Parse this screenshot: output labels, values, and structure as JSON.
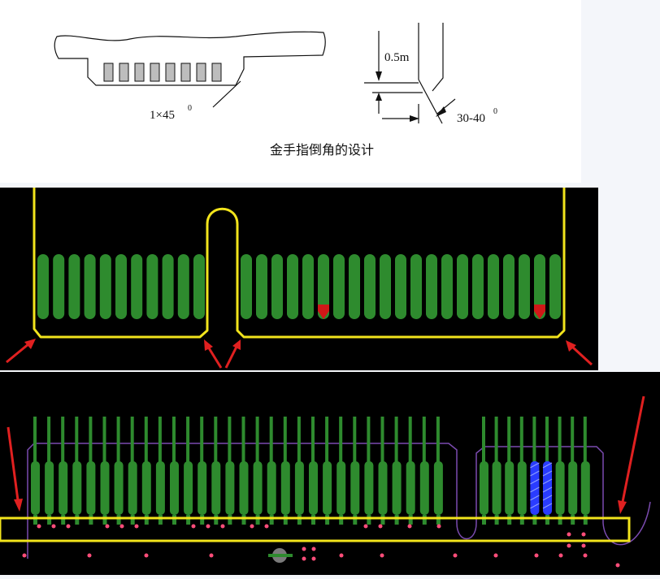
{
  "sketch": {
    "bevel_label": "1×45",
    "bevel_sup": "0",
    "dimension_label": "0.5m",
    "angle_label": "30-40",
    "angle_sup": "0",
    "caption": "金手指倒角的设计"
  },
  "colors": {
    "finger": "#2e8b2e",
    "outline": "#f2e41c",
    "arrow": "#e02020",
    "via": "#ff4d7a",
    "highlight": "#2a3cff",
    "board": "#000000"
  },
  "board_top": {
    "left_group_fingers": 11,
    "right_group_fingers": 21,
    "red_tipped_positions": [
      6,
      20
    ]
  },
  "board_bottom": {
    "left_group_fingers": 30,
    "right_group_fingers": 9,
    "blue_fingers": [
      4,
      5
    ]
  }
}
